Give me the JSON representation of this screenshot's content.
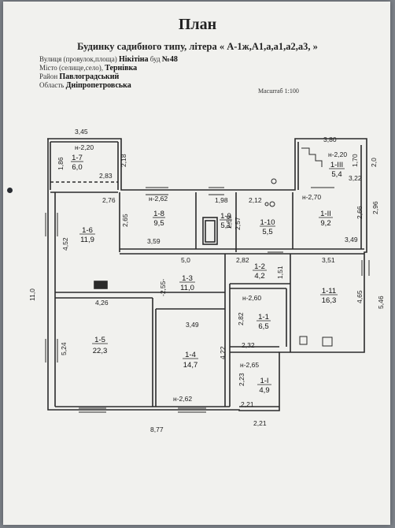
{
  "header": {
    "title": "План",
    "subtitle": "Будинку садибного типу, літера « А-1ж,А1,а,а1,а2,а3, »"
  },
  "address": {
    "street_label": "Вулиця (провулок,площа)",
    "street_value": "Нікітіна",
    "building_label": "буд",
    "building_value": "№48",
    "city_label": "Місто (селище,село),",
    "city_value": "Тернівка",
    "district_label": "Район",
    "district_value": "Павлоградський",
    "region_label": "Область",
    "region_value": "Дніпропетровська"
  },
  "scale": "Масштаб 1:100",
  "rooms": [
    {
      "id": "1-7",
      "area": "6,0"
    },
    {
      "id": "1-8",
      "area": "9,5"
    },
    {
      "id": "1-9",
      "area": "5,1"
    },
    {
      "id": "1-10",
      "area": "5,5"
    },
    {
      "id": "1-III",
      "area": "5,4"
    },
    {
      "id": "1-II",
      "area": "9,2"
    },
    {
      "id": "1-6",
      "area": "11,9"
    },
    {
      "id": "1-3",
      "area": "11,0"
    },
    {
      "id": "1-2",
      "area": "4,2"
    },
    {
      "id": "1-11",
      "area": "16,3"
    },
    {
      "id": "1-5",
      "area": "22,3"
    },
    {
      "id": "1-4",
      "area": "14,7"
    },
    {
      "id": "1-1",
      "area": "6,5"
    },
    {
      "id": "1-I",
      "area": "4,9"
    }
  ],
  "dimensions": {
    "d345": "3,45",
    "h220a": "н-2,20",
    "d186": "1,86",
    "d218": "2,18",
    "d283": "2,83",
    "d276": "2,76",
    "h262a": "н-2,62",
    "d198": "1,98",
    "d212": "2,12",
    "d380": "3,80",
    "h220b": "н-2,20",
    "d170": "1,70",
    "d20": "2,0",
    "d322": "3,22",
    "h270": "н-2,70",
    "d296": "2,96",
    "d265": "2,65",
    "d257": "2,57",
    "d259": "2,59",
    "d266": "2,66",
    "d452": "4,52",
    "d359": "3,59",
    "d349a": "3,49",
    "d50": "5,0",
    "d282": "2,82",
    "d351a": "3,51",
    "d151": "1,51",
    "d255": "-2,55-",
    "d110": "11,0",
    "d546": "5,46",
    "d426": "4,26",
    "h260": "н-2,60",
    "d465": "4,65",
    "d349b": "3,49",
    "d282b": "2,82",
    "d524": "5,24",
    "d422": "4,22",
    "d232": "2,32",
    "h265": "н-2,65",
    "d223": "2,23",
    "h262b": "н-2,62",
    "d221a": "2,21",
    "d877": "8,77",
    "d221b": "2,21"
  }
}
